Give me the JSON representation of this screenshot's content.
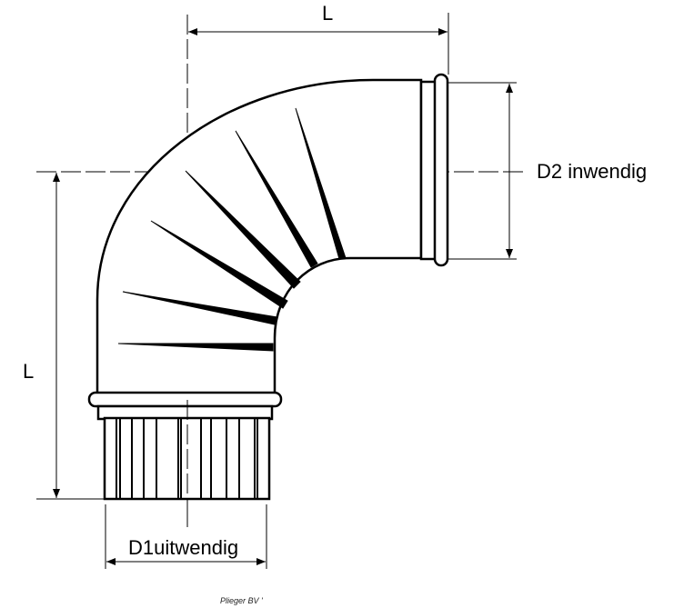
{
  "dimensions": {
    "top_length": "L",
    "left_length": "L",
    "d1_label": "D1uitwendig",
    "d2_label": "D2 inwendig"
  },
  "credit": "Plieger BV '",
  "colors": {
    "line": "#000000",
    "background": "#ffffff"
  }
}
